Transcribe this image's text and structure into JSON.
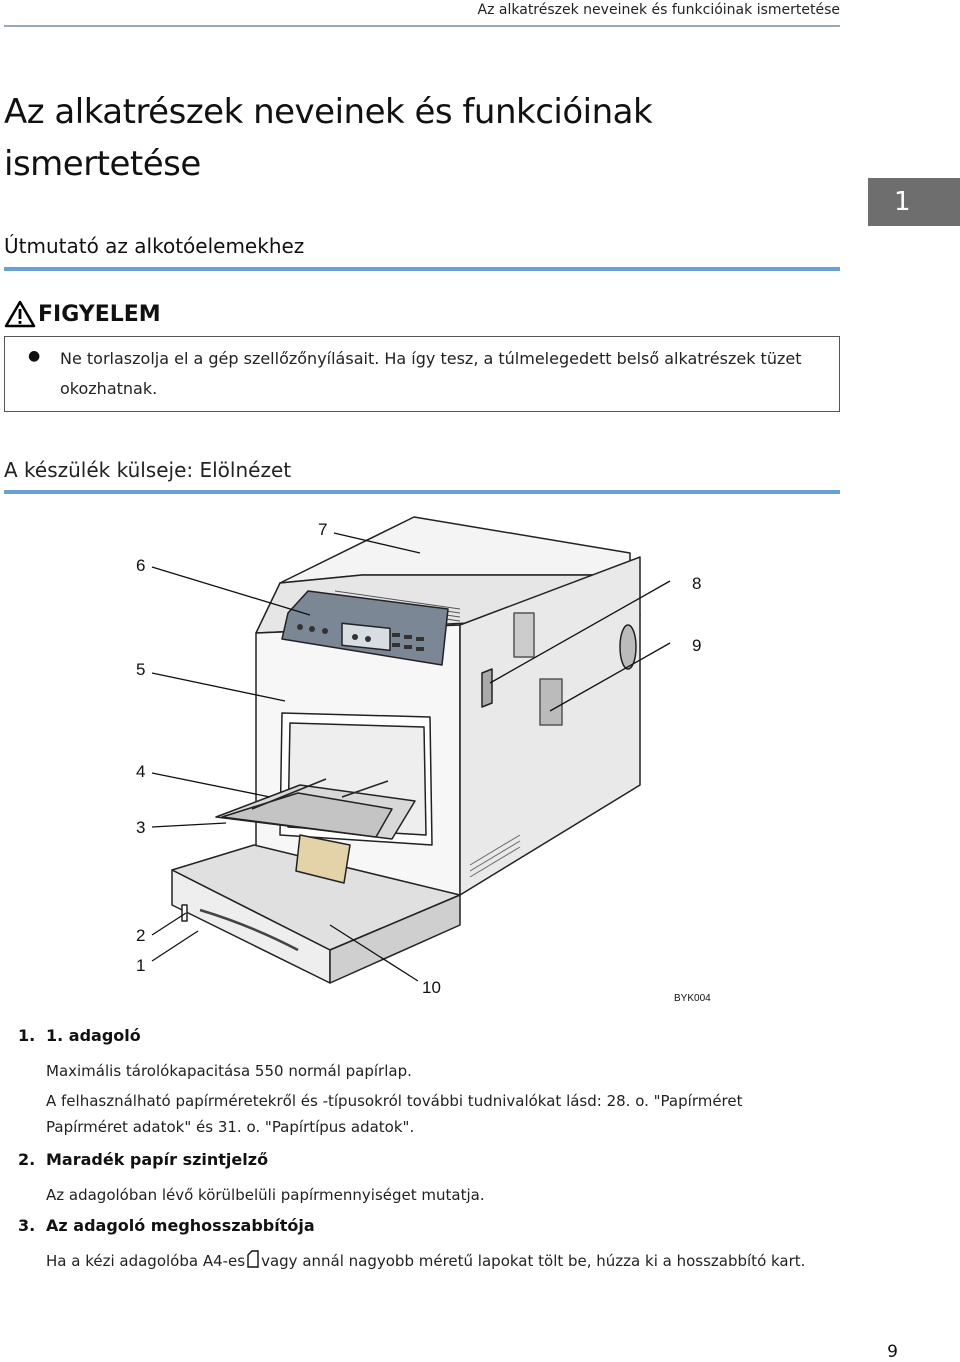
{
  "running_head": "Az alkatrészek neveinek és funkcióinak ismertetése",
  "page_title": "Az alkatrészek neveinek és funkcióinak ismertetése",
  "chapter_tab": "1",
  "section_guide": "Útmutató az alkotóelemekhez",
  "caution": {
    "heading": "FIGYELEM",
    "text": "Ne torlaszolja el a gép szellőzőnyílásait. Ha így tesz, a túlmelegedett belső alkatrészek tüzet okozhatnak."
  },
  "section_front": "A készülék külseje: Elölnézet",
  "figure": {
    "callouts": [
      "1",
      "2",
      "3",
      "4",
      "5",
      "6",
      "7",
      "8",
      "9",
      "10"
    ],
    "code": "BYK004"
  },
  "items": [
    {
      "number": "1.",
      "title": "1. adagoló",
      "lines": [
        "Maximális tárolókapacitása 550 normál papírlap.",
        "A felhasználható papírméretekről és -típusokról további tudnivalókat lásd: 28. o. \"Papírméret Papírméret adatok\" és 31. o. \"Papírtípus adatok\"."
      ]
    },
    {
      "number": "2.",
      "title": "Maradék papír szintjelző",
      "lines": [
        "Az adagolóban lévő körülbelüli papírmennyiséget mutatja."
      ]
    },
    {
      "number": "3.",
      "title": "Az adagoló meghosszabbítója",
      "lines": [
        "Ha a kézi adagolóba A4-es",
        "vagy annál nagyobb méretű lapokat tölt be, húzza ki a hosszabbító kart."
      ]
    }
  ],
  "page_number": "9"
}
